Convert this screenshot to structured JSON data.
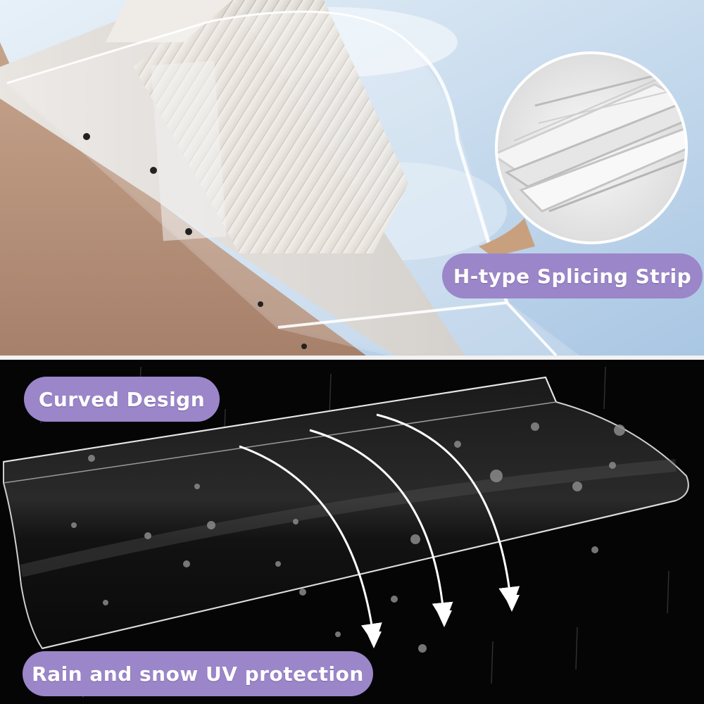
{
  "labels": {
    "splicing_strip": "H-type Splicing Strip",
    "curved_design": "Curved Design",
    "rain_protection": "Rain and snow UV protection"
  },
  "colors": {
    "label_background": "#9b86c9",
    "label_text": "#ffffff",
    "dark_background": "#050505",
    "sky": "#cfe0ef",
    "wall": "#b48f78"
  },
  "icons": {
    "flow_arrows": "arrow-down-curved-icon",
    "inset_callout": "magnifier-circle-icon"
  }
}
